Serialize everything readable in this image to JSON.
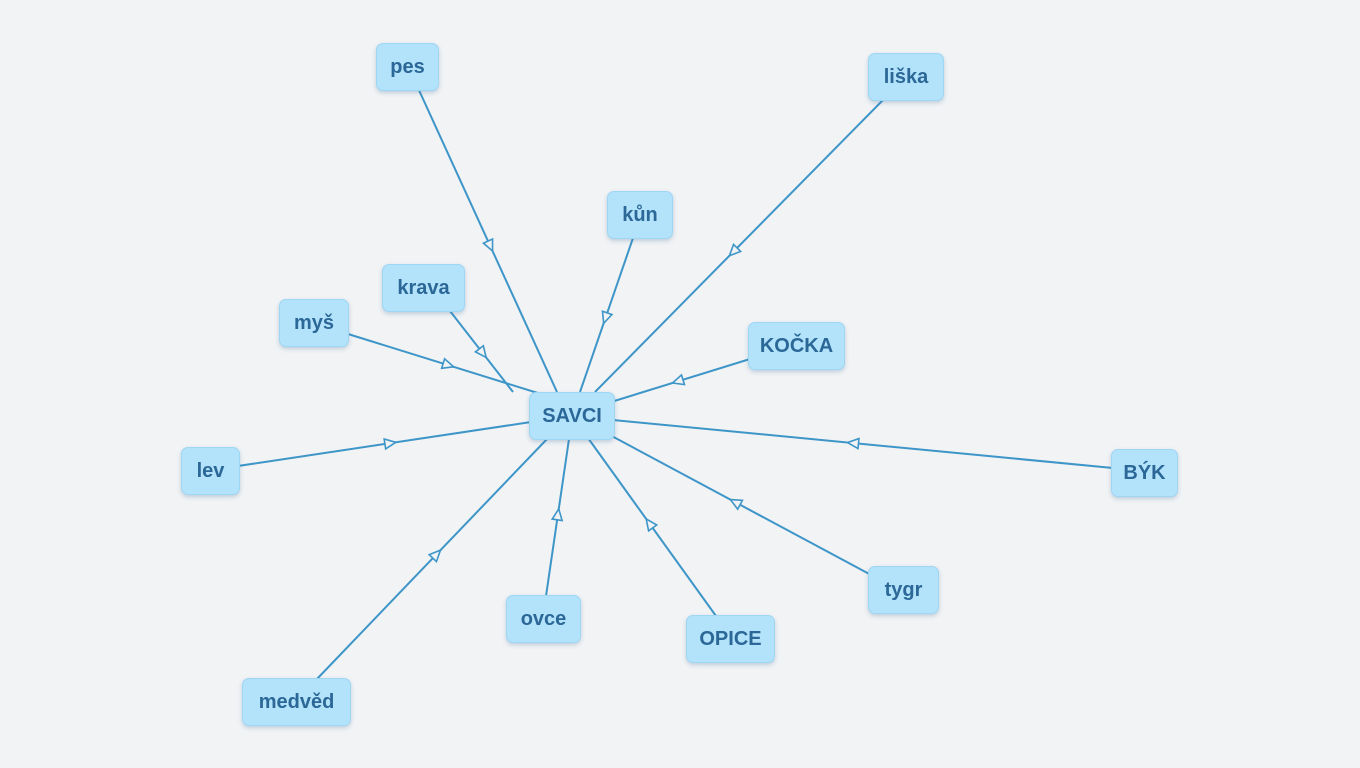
{
  "diagram": {
    "center": {
      "id": "savci",
      "label": "SAVCI"
    },
    "nodes": [
      {
        "id": "pes",
        "label": "pes"
      },
      {
        "id": "liska",
        "label": "liška"
      },
      {
        "id": "kun",
        "label": "kůn"
      },
      {
        "id": "krava",
        "label": "krava"
      },
      {
        "id": "mys",
        "label": "myš"
      },
      {
        "id": "kocka",
        "label": "KOČKA"
      },
      {
        "id": "lev",
        "label": "lev"
      },
      {
        "id": "byk",
        "label": "BÝK"
      },
      {
        "id": "tygr",
        "label": "tygr"
      },
      {
        "id": "opice",
        "label": "OPICE"
      },
      {
        "id": "ovce",
        "label": "ovce"
      },
      {
        "id": "medved",
        "label": "medvěd"
      }
    ],
    "edges": [
      {
        "from": "pes",
        "to": "savci"
      },
      {
        "from": "liska",
        "to": "savci"
      },
      {
        "from": "kun",
        "to": "savci"
      },
      {
        "from": "krava",
        "to": "savci"
      },
      {
        "from": "mys",
        "to": "savci"
      },
      {
        "from": "kocka",
        "to": "savci"
      },
      {
        "from": "lev",
        "to": "savci"
      },
      {
        "from": "byk",
        "to": "savci"
      },
      {
        "from": "tygr",
        "to": "savci"
      },
      {
        "from": "opice",
        "to": "savci"
      },
      {
        "from": "ovce",
        "to": "savci"
      },
      {
        "from": "medved",
        "to": "savci"
      }
    ],
    "colors": {
      "edge": "#3d95c8",
      "node_fill": "#b3e3fb",
      "node_text": "#2b6797",
      "background": "#f1f3f5"
    }
  }
}
